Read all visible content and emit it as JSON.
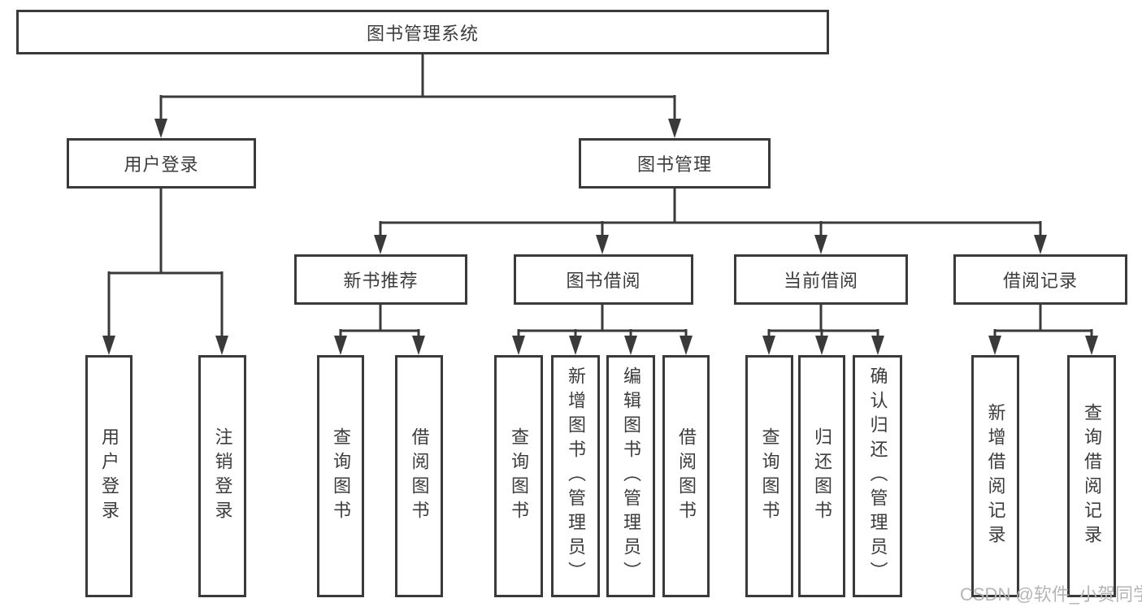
{
  "watermark": "CSDN @软件_小贺同学",
  "colors": {
    "line": "#3a3a3a",
    "box_border": "#3a3a3a",
    "text": "#3c3c3c",
    "background": "#ffffff",
    "watermark": "#b5b5b5"
  },
  "tree": {
    "root": {
      "label": "图书管理系统"
    },
    "branches": [
      {
        "label": "用户登录",
        "children": [
          {
            "label": "用户登录"
          },
          {
            "label": "注销登录"
          }
        ]
      },
      {
        "label": "图书管理",
        "children": [
          {
            "label": "新书推荐",
            "children": [
              {
                "label": "查询图书"
              },
              {
                "label": "借阅图书"
              }
            ]
          },
          {
            "label": "图书借阅",
            "children": [
              {
                "label": "查询图书"
              },
              {
                "label": "新增图书（管理员）"
              },
              {
                "label": "编辑图书（管理员）"
              },
              {
                "label": "借阅图书"
              }
            ]
          },
          {
            "label": "当前借阅",
            "children": [
              {
                "label": "查询图书"
              },
              {
                "label": "归还图书"
              },
              {
                "label": "确认归还（管理员）"
              }
            ]
          },
          {
            "label": "借阅记录",
            "children": [
              {
                "label": "新增借阅记录"
              },
              {
                "label": "查询借阅记录"
              }
            ]
          }
        ]
      }
    ]
  }
}
